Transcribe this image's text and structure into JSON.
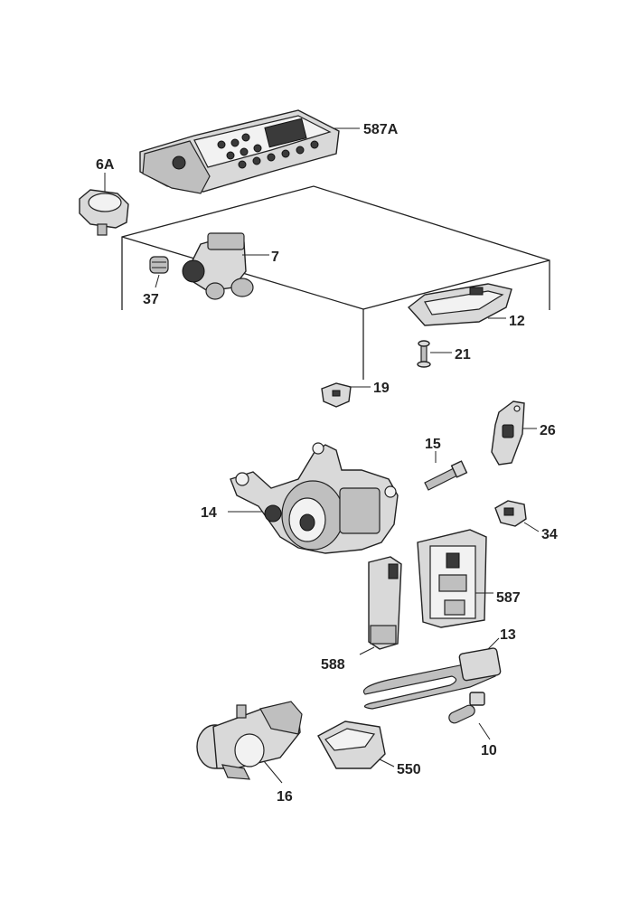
{
  "labels": {
    "l587A": "587A",
    "l6A": "6A",
    "l7": "7",
    "l37": "37",
    "l12": "12",
    "l21": "21",
    "l19": "19",
    "l15": "15",
    "l26": "26",
    "l14": "14",
    "l34": "34",
    "l587": "587",
    "l588": "588",
    "l13": "13",
    "l10": "10",
    "l550": "550",
    "l16": "16"
  }
}
